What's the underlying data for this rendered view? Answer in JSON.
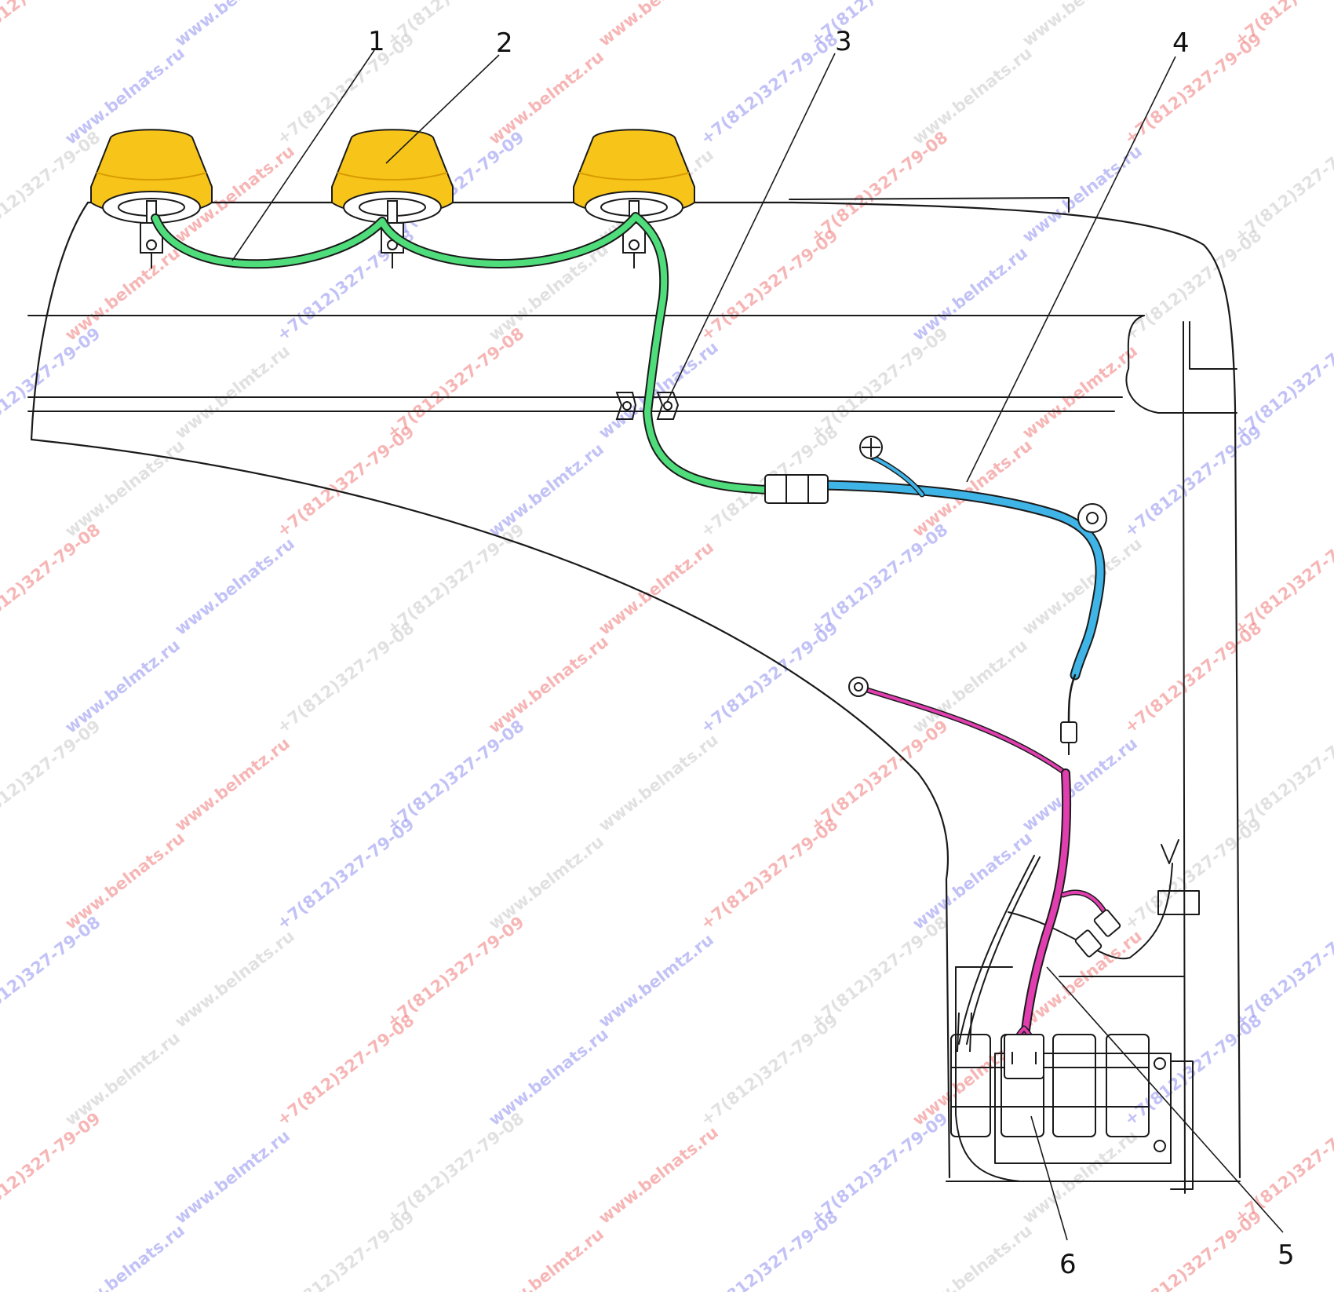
{
  "colors": {
    "outline": "#1a1a1a",
    "lamp_body": "#f7c51a",
    "lamp_shadow": "#d99b00",
    "harness_lamps": "#4fdc7a",
    "harness_main": "#3fb4e6",
    "harness_power": "#e13fb0",
    "watermark_red": "#f07a7a",
    "watermark_blue": "#8f8ff0",
    "watermark_grey": "#c8c8c8"
  },
  "callouts": [
    {
      "id": "1",
      "text": "1"
    },
    {
      "id": "2",
      "text": "2"
    },
    {
      "id": "3",
      "text": "3"
    },
    {
      "id": "4",
      "text": "4"
    },
    {
      "id": "5",
      "text": "5"
    },
    {
      "id": "6",
      "text": "6"
    }
  ],
  "watermarks": {
    "site": "www.belmtz.ru",
    "phone1": "+7(812)327-79-09",
    "phone2": "+7(812)327-79-08",
    "site2": "www.belnats.ru"
  }
}
